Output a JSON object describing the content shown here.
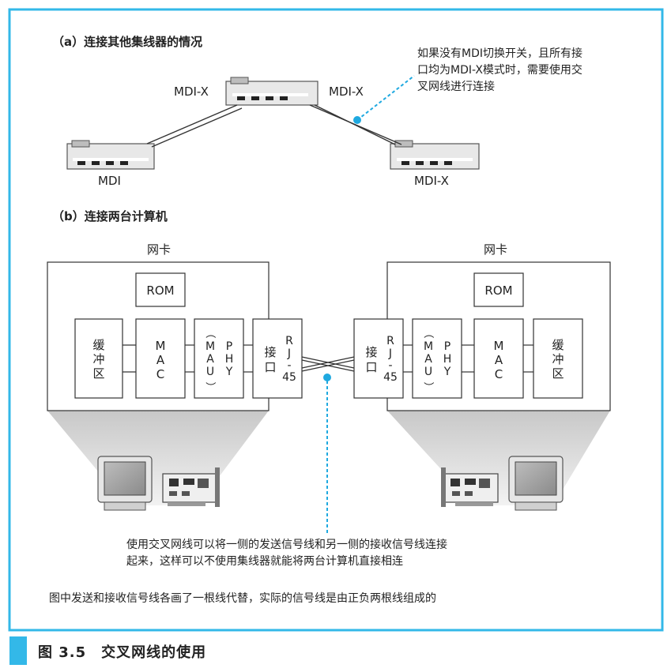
{
  "colors": {
    "frame": "#33b8e8",
    "callout": "#1fa9e0",
    "box_stroke": "#333333",
    "cone": "#d9d9d9"
  },
  "section_a": {
    "title": "（a）连接其他集线器的情况",
    "label_mdix_left": "MDI-X",
    "label_mdix_right": "MDI-X",
    "label_mdi": "MDI",
    "label_mdix_bottom": "MDI-X",
    "note_line1": "如果没有MDI切换开关，且所有接",
    "note_line2": "口均为MDI-X模式时，需要使用交",
    "note_line3": "叉网线进行连接"
  },
  "section_b": {
    "title": "（b）连接两台计算机",
    "nic_left": "网卡",
    "nic_right": "网卡",
    "rom": "ROM",
    "buffer": [
      "缓",
      "冲",
      "区"
    ],
    "mac": [
      "M",
      "A",
      "C"
    ],
    "phy": [
      "P",
      "H",
      "Y"
    ],
    "mau": [
      "（",
      "M",
      "A",
      "U",
      "）"
    ],
    "port_cn": [
      "接",
      "口"
    ],
    "port_rj": [
      "R",
      "J",
      "-",
      "45"
    ],
    "note_line1": "使用交叉网线可以将一侧的发送信号线和另一侧的接收信号线连接",
    "note_line2": "起来，这样可以不使用集线器就能将两台计算机直接相连"
  },
  "footnote": "图中发送和接收信号线各画了一根线代替，实际的信号线是由正负两根线组成的",
  "caption": "图 3.5　交叉网线的使用"
}
